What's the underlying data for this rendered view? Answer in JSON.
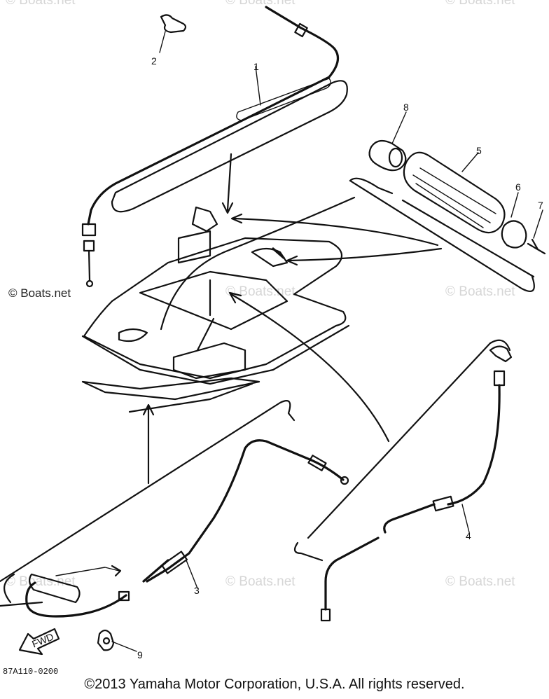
{
  "watermarks": {
    "faint": "© Boats.net",
    "dark": "© Boats.net"
  },
  "callouts": [
    "1",
    "2",
    "3",
    "4",
    "5",
    "6",
    "7",
    "8",
    "9"
  ],
  "fwd_label": "FWD",
  "drawing_code": "87A110-0200",
  "copyright": "©2013 Yamaha Motor Corporation, U.S.A. All rights reserved."
}
